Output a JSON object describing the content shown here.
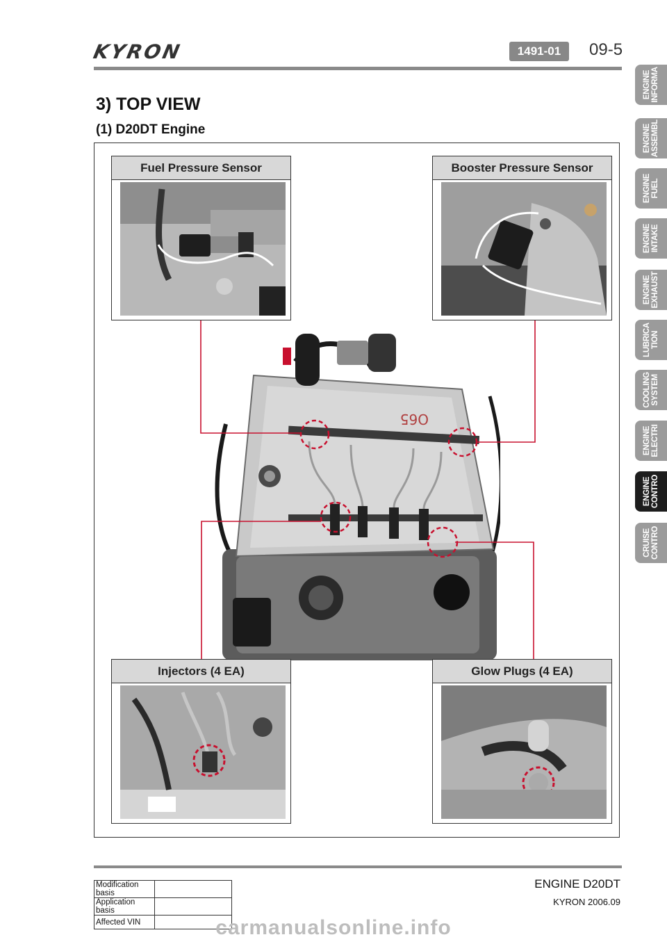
{
  "header": {
    "logo": "KYRON",
    "code": "1491-01",
    "page": "09-5"
  },
  "side_tabs": [
    {
      "label": "ENGINE\nINFORMA",
      "active": false
    },
    {
      "label": "ENGINE\nASSEMBL",
      "active": false
    },
    {
      "label": "ENGINE\nFUEL",
      "active": false
    },
    {
      "label": "ENGINE\nINTAKE",
      "active": false
    },
    {
      "label": "ENGINE\nEXHAUST",
      "active": false
    },
    {
      "label": "LUBRICA\nTION",
      "active": false
    },
    {
      "label": "COOLING\nSYSTEM",
      "active": false
    },
    {
      "label": "ENGINE\nELECTRI",
      "active": false
    },
    {
      "label": "ENGINE\nCONTRO",
      "active": true
    },
    {
      "label": "CRUISE\nCONTRO",
      "active": false
    }
  ],
  "content": {
    "section_title": "3) TOP VIEW",
    "subsection_title": "(1) D20DT Engine",
    "callouts": {
      "fuel_pressure": "Fuel Pressure Sensor",
      "booster_pressure": "Booster Pressure Sensor",
      "injectors": "Injectors (4 EA)",
      "glow_plugs": "Glow Plugs (4 EA)"
    },
    "engine_marking": "O65"
  },
  "footer": {
    "title": "ENGINE D20DT",
    "subtitle": "KYRON 2006.09",
    "table": [
      {
        "label": "Modification basis",
        "value": ""
      },
      {
        "label": "Application basis",
        "value": ""
      },
      {
        "label": "Affected VIN",
        "value": ""
      }
    ]
  },
  "watermark": "carmanualsonline.info",
  "colors": {
    "leader_line": "#c8102e",
    "tab_inactive": "#9b9b9b",
    "tab_active": "#1d1d1d",
    "badge": "#888888"
  }
}
